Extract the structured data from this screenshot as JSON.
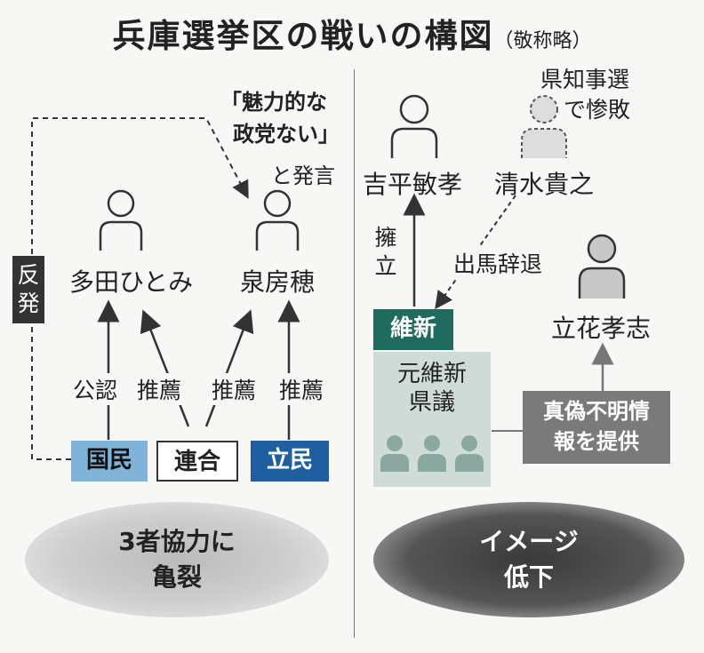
{
  "title": "兵庫選挙区の戦いの構図",
  "title_note": "（敬称略）",
  "left": {
    "quote_line1": "「魅力的な",
    "quote_line2": "政党ない」",
    "quote_suffix": "と発言",
    "hanpatsu": "反発",
    "candidate1": "多田ひとみ",
    "candidate2": "泉房穂",
    "label_kounin": "公認",
    "label_suisen1": "推薦",
    "label_suisen2": "推薦",
    "label_suisen3": "推薦",
    "party_kokumin": "国民",
    "party_rengo": "連合",
    "party_rikken": "立民",
    "result_line1": "3者協力に",
    "result_line2": "亀裂",
    "colors": {
      "kokumin": "#7fb4d8",
      "rikken": "#1f5fa0",
      "dark": "#333333"
    }
  },
  "right": {
    "candidate1": "吉平敏孝",
    "candidate2": "清水貴之",
    "candidate2_note_line1": "県知事選",
    "candidate2_note_line2": "で惨敗",
    "candidate3": "立花孝志",
    "yoritsu": "擁立",
    "shutsuba_jitai": "出馬辞退",
    "ishin": "維新",
    "former_line1": "元維新",
    "former_line2": "県議",
    "fake_info_line1": "真偽不明情",
    "fake_info_line2": "報を提供",
    "result_line1": "イメージ",
    "result_line2": "低下",
    "colors": {
      "ishin": "#1f6b5e",
      "former_bg": "#cfdbd7",
      "people": "#8aa8a0",
      "info_box": "#7a7a7a"
    }
  }
}
